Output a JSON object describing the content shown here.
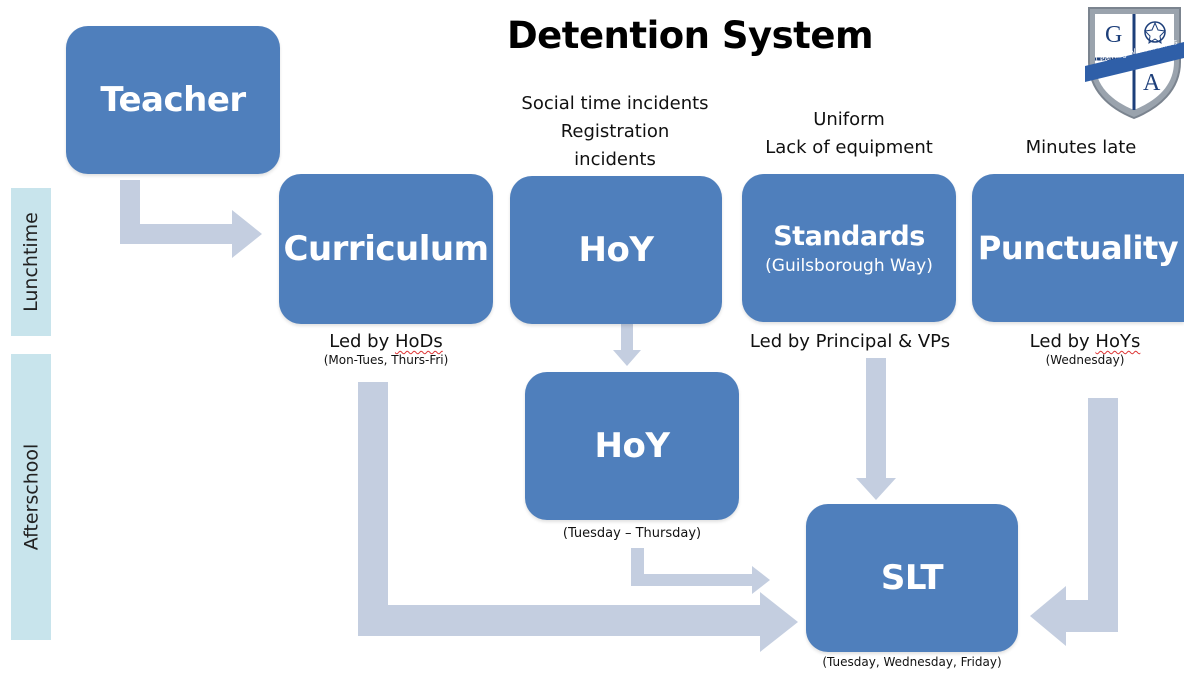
{
  "title": "Detention System",
  "bands": {
    "lunchtime": "Lunchtime",
    "afterschool": "Afterschool"
  },
  "boxes": {
    "teacher": "Teacher",
    "curriculum": "Curriculum",
    "hoy_lunch": "HoY",
    "standards": "Standards",
    "standards_sub": "(Guilsborough Way)",
    "punctuality": "Punctuality",
    "hoy_after": "HoY",
    "slt": "SLT"
  },
  "categories": {
    "hoy_lines": [
      "Social time incidents",
      "Registration",
      "incidents"
    ],
    "standards_lines": [
      "Uniform",
      "Lack of equipment"
    ],
    "punctuality_lines": [
      "Minutes late"
    ]
  },
  "notes": {
    "curriculum_led_prefix": "Led by ",
    "curriculum_led_role": "HoDs",
    "curriculum_days": "(Mon-Tues, Thurs-Fri)",
    "standards_led": "Led by Principal & VPs",
    "punctuality_led_prefix": "Led by ",
    "punctuality_led_role": "HoYs",
    "punctuality_days": "(Wednesday)",
    "hoy_days": "(Tuesday – Thursday)",
    "slt_days": "(Tuesday, Wednesday, Friday)"
  },
  "logo": {
    "top_letter": "G",
    "bottom_letter": "A",
    "motto": "Learning Without Limits"
  },
  "colors": {
    "box": "#4f7fbc",
    "arrow": "#c4cee0",
    "band": "#c8e4ec"
  }
}
